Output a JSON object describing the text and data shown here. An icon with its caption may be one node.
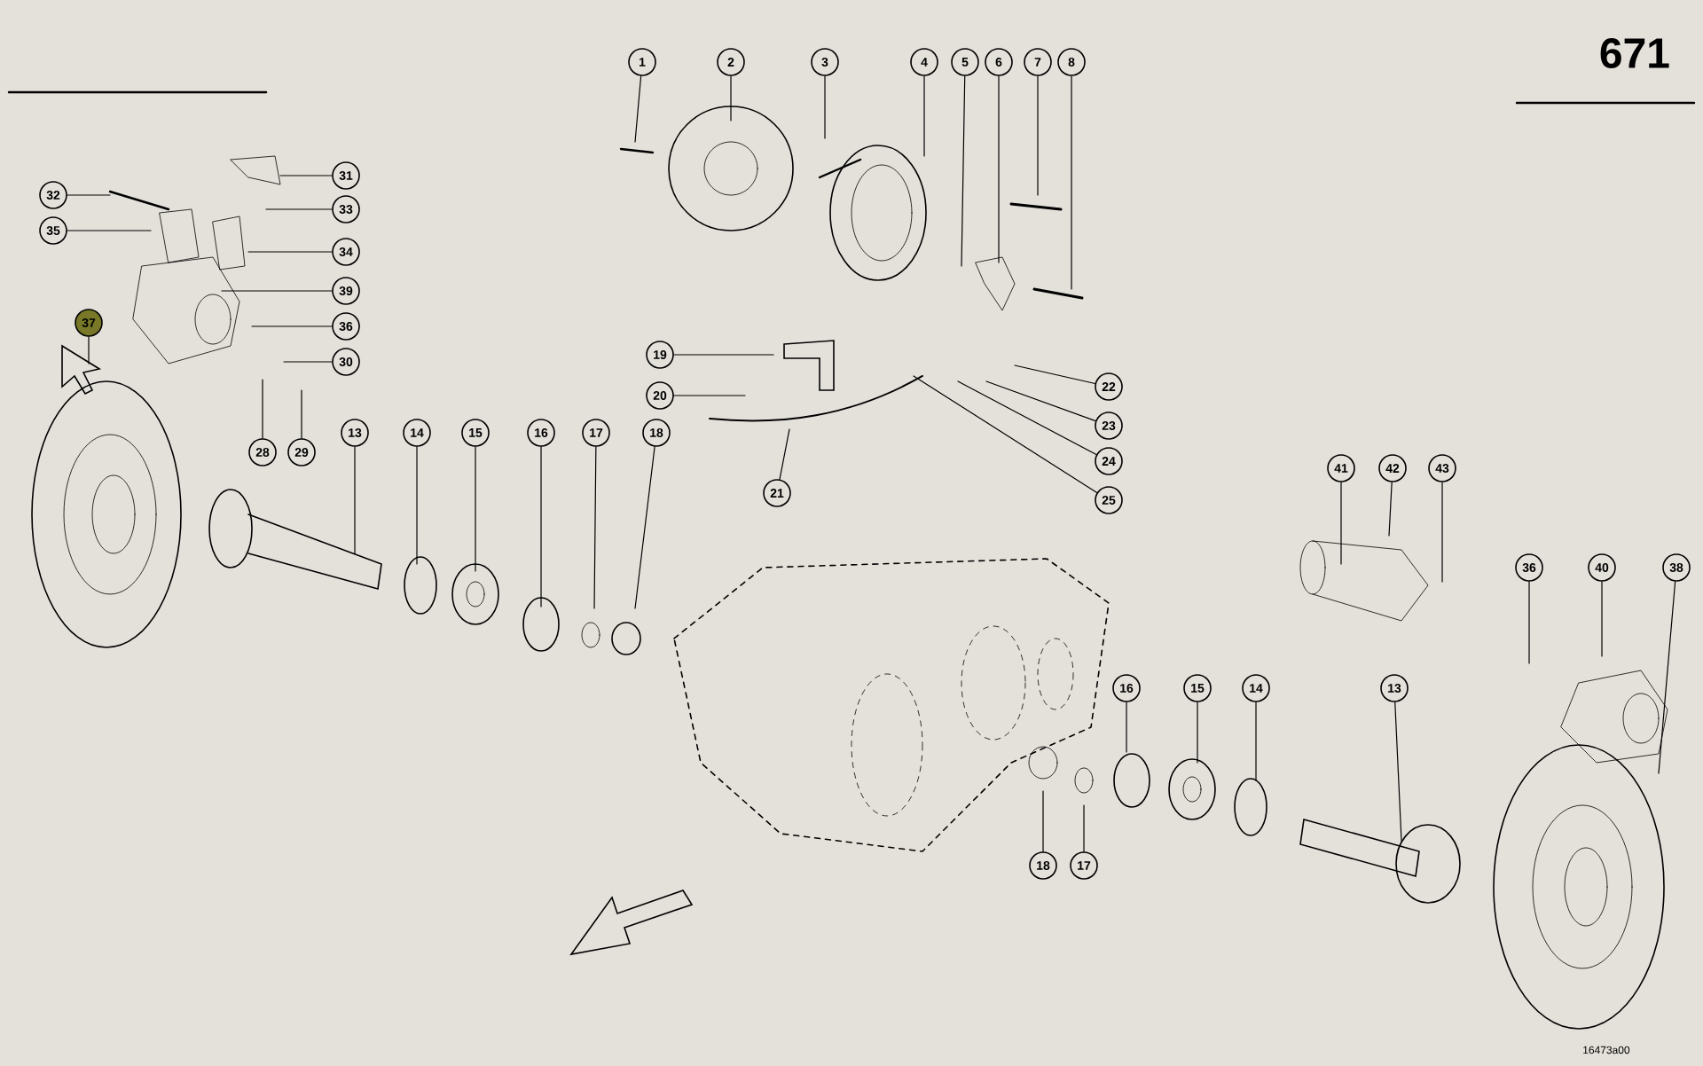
{
  "diagram": {
    "nodes": [
      {
        "text": [
          "1"
        ]
      },
      {
        "text": [
          "2"
        ]
      },
      {
        "text": [
          "3"
        ]
      },
      {
        "text": [
          "4"
        ]
      },
      {
        "text": [
          "5"
        ]
      },
      {
        "text": [
          "6"
        ]
      },
      {
        "text": [
          "7"
        ]
      },
      {
        "text": [
          "8"
        ]
      },
      {
        "text": [
          "31"
        ]
      },
      {
        "text": [
          "32"
        ]
      },
      {
        "text": [
          "33"
        ]
      },
      {
        "text": [
          "35"
        ]
      },
      {
        "text": [
          "34"
        ]
      },
      {
        "text": [
          "39"
        ]
      },
      {
        "text": [
          "37"
        ]
      },
      {
        "text": [
          "36"
        ]
      },
      {
        "text": [
          "30"
        ]
      },
      {
        "text": [
          "19"
        ]
      },
      {
        "text": [
          "22"
        ]
      },
      {
        "text": [
          "20"
        ]
      },
      {
        "text": [
          "23"
        ]
      },
      {
        "text": [
          "13"
        ]
      },
      {
        "text": [
          "14"
        ]
      },
      {
        "text": [
          "15"
        ]
      },
      {
        "text": [
          "16"
        ]
      },
      {
        "text": [
          "17"
        ]
      },
      {
        "text": [
          "18"
        ]
      },
      {
        "text": [
          "28"
        ]
      },
      {
        "text": [
          "29"
        ]
      },
      {
        "text": [
          "24"
        ]
      },
      {
        "text": [
          "41"
        ]
      },
      {
        "text": [
          "42"
        ]
      },
      {
        "text": [
          "43"
        ]
      },
      {
        "text": [
          "21"
        ]
      },
      {
        "text": [
          "25"
        ]
      },
      {
        "text": [
          "36"
        ]
      },
      {
        "text": [
          "40"
        ]
      },
      {
        "text": [
          "38"
        ]
      },
      {
        "text": [
          "16"
        ]
      },
      {
        "text": [
          "15"
        ]
      },
      {
        "text": [
          "14"
        ]
      },
      {
        "text": [
          "13"
        ]
      },
      {
        "text": [
          "18"
        ]
      },
      {
        "text": [
          "17"
        ]
      }
    ],
    "edges": [
      {
        "from": 0,
        "to": null,
        "arrow": "none"
      },
      {
        "from": 1,
        "to": null,
        "arrow": "none"
      },
      {
        "from": 2,
        "to": null,
        "arrow": "none"
      },
      {
        "from": 3,
        "to": null,
        "arrow": "none"
      },
      {
        "from": 4,
        "to": null,
        "arrow": "none"
      },
      {
        "from": 5,
        "to": null,
        "arrow": "none"
      },
      {
        "from": 6,
        "to": null,
        "arrow": "none"
      },
      {
        "from": 7,
        "to": null,
        "arrow": "none"
      },
      {
        "from": 8,
        "to": null,
        "arrow": "none"
      },
      {
        "from": 9,
        "to": null,
        "arrow": "none"
      },
      {
        "from": 10,
        "to": null,
        "arrow": "none"
      },
      {
        "from": 11,
        "to": null,
        "arrow": "none"
      },
      {
        "from": 12,
        "to": null,
        "arrow": "none"
      },
      {
        "from": 13,
        "to": null,
        "arrow": "none"
      },
      {
        "from": 14,
        "to": null,
        "arrow": "none"
      },
      {
        "from": 15,
        "to": null,
        "arrow": "none"
      },
      {
        "from": 16,
        "to": null,
        "arrow": "none"
      },
      {
        "from": 17,
        "to": null,
        "arrow": "none"
      },
      {
        "from": 18,
        "to": null,
        "arrow": "none"
      },
      {
        "from": 19,
        "to": null,
        "arrow": "none"
      },
      {
        "from": 20,
        "to": null,
        "arrow": "none"
      },
      {
        "from": 21,
        "to": null,
        "arrow": "none"
      },
      {
        "from": 22,
        "to": null,
        "arrow": "none"
      },
      {
        "from": 23,
        "to": null,
        "arrow": "none"
      },
      {
        "from": 24,
        "to": null,
        "arrow": "none"
      },
      {
        "from": 25,
        "to": null,
        "arrow": "none"
      },
      {
        "from": 26,
        "to": null,
        "arrow": "none"
      },
      {
        "from": 27,
        "to": null,
        "arrow": "none"
      },
      {
        "from": 28,
        "to": null,
        "arrow": "none"
      },
      {
        "from": 29,
        "to": null,
        "arrow": "none"
      },
      {
        "from": 30,
        "to": null,
        "arrow": "none"
      },
      {
        "from": 31,
        "to": null,
        "arrow": "none"
      },
      {
        "from": 32,
        "to": null,
        "arrow": "none"
      },
      {
        "from": 33,
        "to": null,
        "arrow": "none"
      },
      {
        "from": 34,
        "to": null,
        "arrow": "none"
      },
      {
        "from": 35,
        "to": null,
        "arrow": "none"
      },
      {
        "from": 36,
        "to": null,
        "arrow": "none"
      },
      {
        "from": 37,
        "to": null,
        "arrow": "none"
      },
      {
        "from": 38,
        "to": null,
        "arrow": "none"
      },
      {
        "from": 39,
        "to": null,
        "arrow": "none"
      },
      {
        "from": 40,
        "to": null,
        "arrow": "none"
      },
      {
        "from": 41,
        "to": null,
        "arrow": "none"
      },
      {
        "from": 42,
        "to": null,
        "arrow": "none"
      },
      {
        "from": 43,
        "to": null,
        "arrow": "none"
      }
    ],
    "labels": [
      "671",
      "16473a00"
    ]
  }
}
